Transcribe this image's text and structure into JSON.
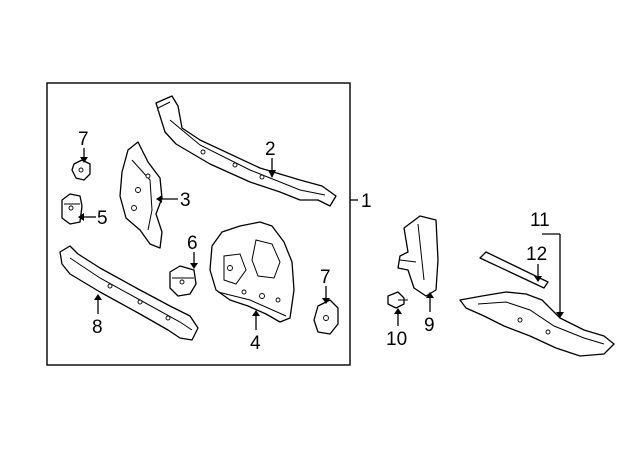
{
  "callouts": {
    "c1": "1",
    "c2": "2",
    "c3": "3",
    "c4": "4",
    "c5": "5",
    "c6": "6",
    "c7a": "7",
    "c7b": "7",
    "c8": "8",
    "c9": "9",
    "c10": "10",
    "c11": "11",
    "c12": "12"
  }
}
